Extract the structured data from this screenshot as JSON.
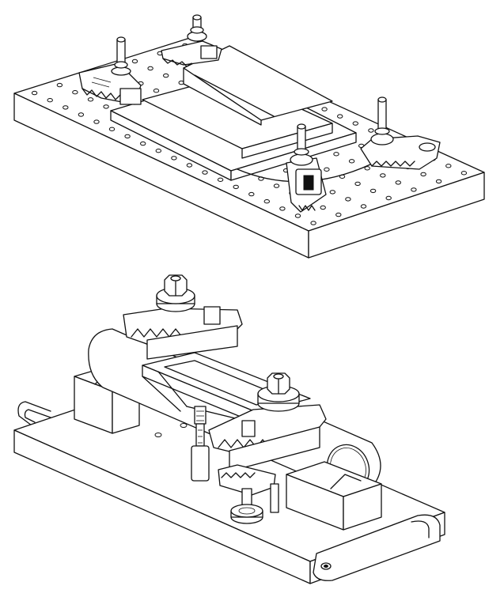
{
  "figure": {
    "background": "#ffffff",
    "line_color": "#111111",
    "views": [
      {
        "id": "top-view",
        "parts": [
          "drilled-base-plate",
          "stepped-workpiece",
          "tapered-wedge",
          "toothed-clamp",
          "toothed-clamp",
          "toothed-clamp",
          "toothed-clamp"
        ]
      },
      {
        "id": "bottom-view",
        "parts": [
          "fixture-plate-with-handles",
          "v-block",
          "v-block",
          "round-workpiece",
          "rectangular-frame-workpiece",
          "toothed-clamp",
          "toothed-clamp",
          "threaded-support-post",
          "adjustable-support-foot"
        ]
      }
    ]
  }
}
